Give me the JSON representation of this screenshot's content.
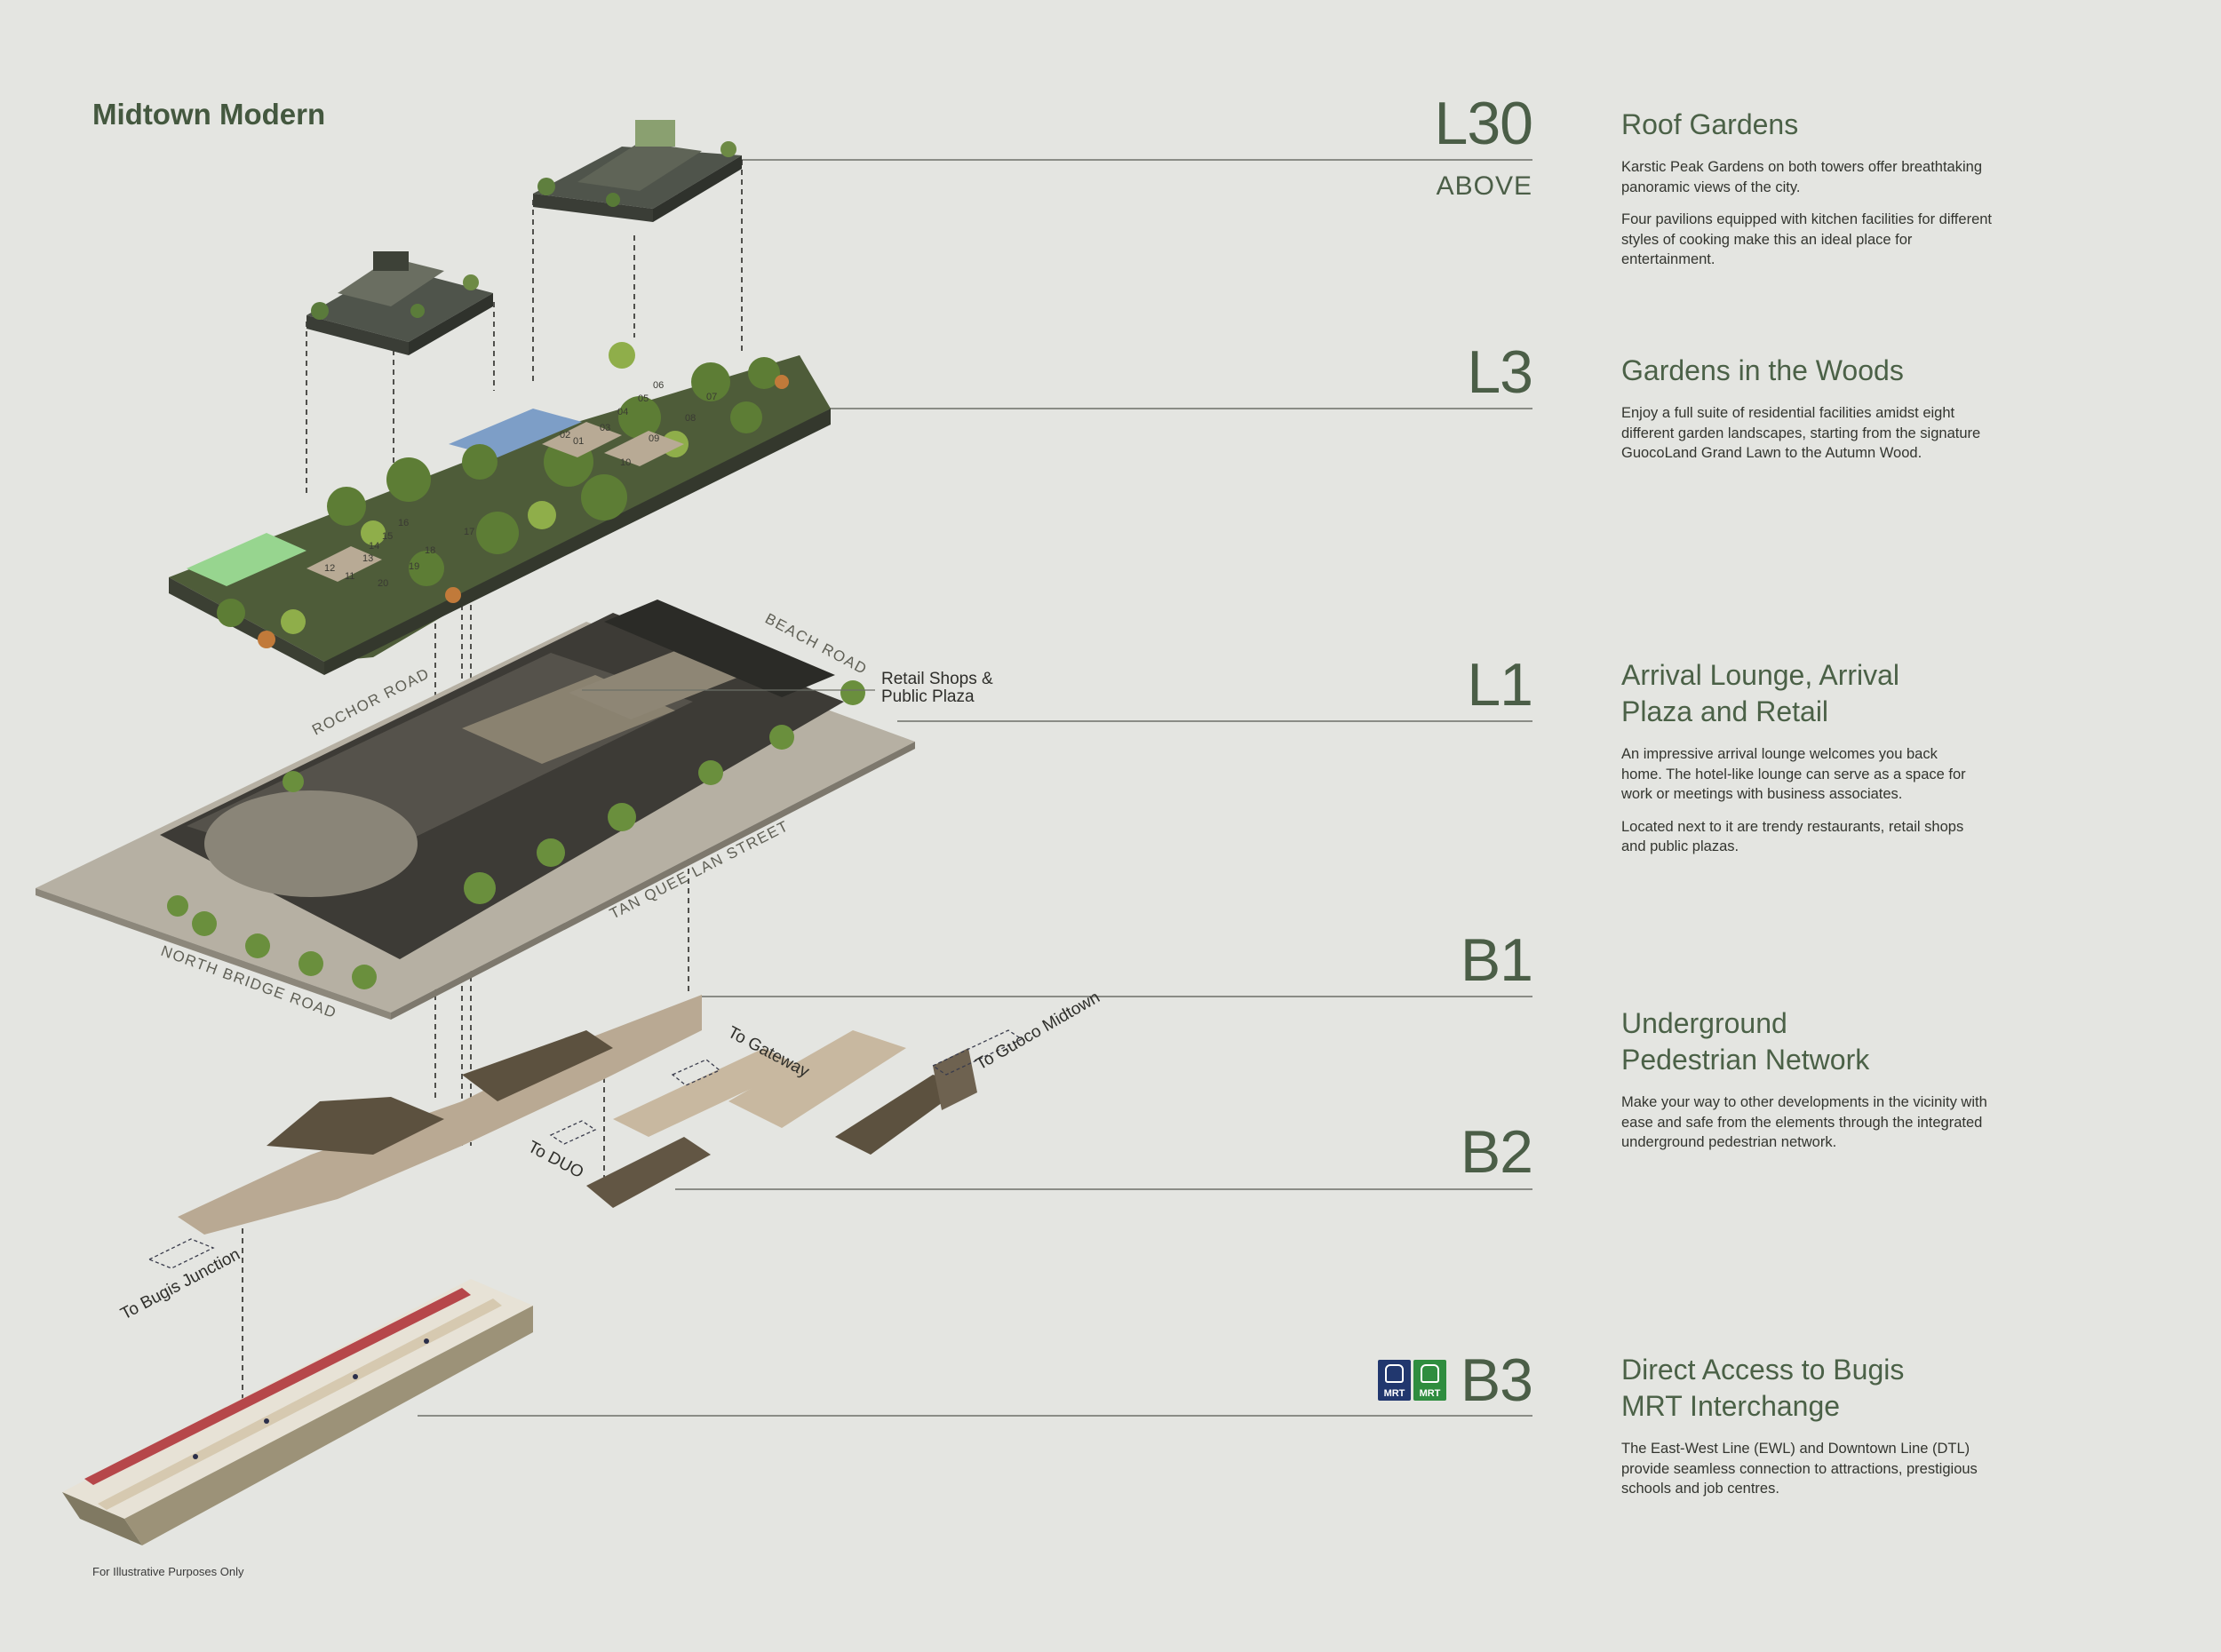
{
  "brand": "Midtown Modern",
  "disclaimer": "For Illustrative Purposes Only",
  "colors": {
    "background": "#e4e5e1",
    "heading": "#4b6147",
    "body_text": "#33352f",
    "mrt_ewl": "#21376e",
    "mrt_dtl": "#2f8d3f"
  },
  "levels": [
    {
      "code": "L30",
      "sub": "ABOVE",
      "title": "Roof Gardens",
      "paragraphs": [
        "Karstic Peak Gardens on both towers offer breathtaking panoramic views of the city.",
        "Four pavilions equipped with kitchen facilities for different styles of cooking make this an ideal place for entertainment."
      ]
    },
    {
      "code": "L3",
      "title": "Gardens in the Woods",
      "paragraphs": [
        "Enjoy a full suite of residential facilities amidst eight different garden landscapes, starting from the signature GuocoLand Grand Lawn to the Autumn Wood."
      ]
    },
    {
      "code": "L1",
      "title": "Arrival Lounge, Arrival Plaza and Retail",
      "paragraphs": [
        "An impressive arrival lounge welcomes you back home. The hotel-like lounge can serve as a space for work or meetings with business associates.",
        "Located next to it are trendy restaurants, retail shops and public plazas."
      ]
    },
    {
      "code": "B1",
      "title": "Underground Pedestrian Network",
      "paragraphs": [
        "Make your way to other developments in the vicinity with ease and safe from the elements through the integrated underground pedestrian network."
      ]
    },
    {
      "code": "B2"
    },
    {
      "code": "B3",
      "title": "Direct Access to Bugis MRT Interchange",
      "paragraphs": [
        "The East-West Line (EWL) and Downtown Line (DTL) provide seamless connection to attractions, prestigious schools and job centres."
      ]
    }
  ],
  "mrt_badge": "MRT",
  "illustration": {
    "roads": [
      "ROCHOR ROAD",
      "BEACH ROAD",
      "TAN QUEE LAN STREET",
      "NORTH BRIDGE ROAD"
    ],
    "retail_callout": [
      "Retail Shops &",
      "Public Plaza"
    ],
    "routes": [
      "To Gateway",
      "To Guoco Midtown",
      "To DUO",
      "To Bugis Junction"
    ],
    "unit_numbers": [
      "01",
      "02",
      "03",
      "04",
      "05",
      "06",
      "07",
      "08",
      "09",
      "10",
      "11",
      "12",
      "13",
      "14",
      "15",
      "16",
      "17",
      "18",
      "19",
      "20"
    ]
  }
}
